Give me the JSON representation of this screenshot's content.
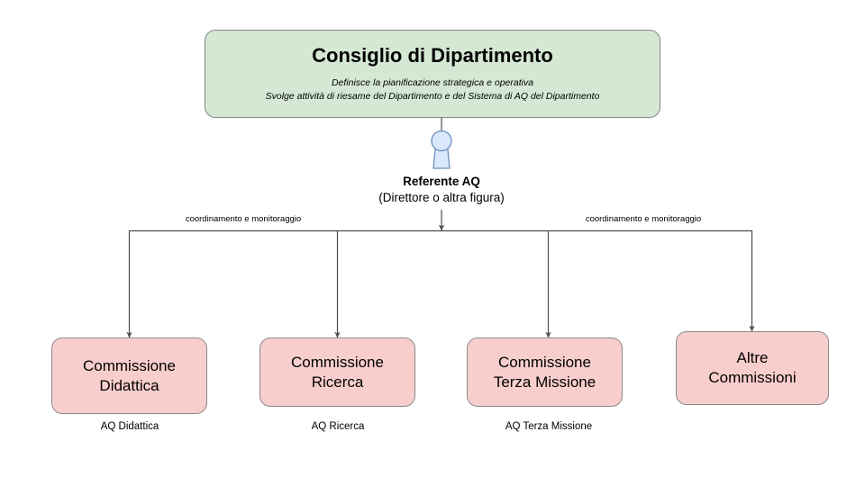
{
  "diagram": {
    "type": "organizational-chart",
    "language": "it",
    "background": "#ffffff",
    "colors": {
      "council_fill": "#d5e8d4",
      "council_stroke": "#878787",
      "commission_fill": "#f8cecc",
      "commission_stroke": "#8a8a8a",
      "actor_fill": "#dae8fc",
      "actor_stroke": "#6c8ebf",
      "edge_stroke": "#4d4d4d",
      "text": "#000000"
    }
  },
  "council": {
    "title": "Consiglio di Dipartimento",
    "subtitle_line1": "Definisce la pianificazione strategica e operativa",
    "subtitle_line2": "Svolge attività di riesame del Dipartimento e del Sistema di AQ del Dipartimento"
  },
  "referente": {
    "icon": "person-actor-icon",
    "name": "Referente AQ",
    "qualifier": "(Direttore o altra figura)"
  },
  "edge_labels": {
    "left": "coordinamento e monitoraggio",
    "right": "coordinamento e monitoraggio"
  },
  "commissions": [
    {
      "line1": "Commissione",
      "line2": "Didattica",
      "caption": "AQ Didattica"
    },
    {
      "line1": "Commissione",
      "line2": "Ricerca",
      "caption": "AQ Ricerca"
    },
    {
      "line1": "Commissione",
      "line2": "Terza Missione",
      "caption": "AQ Terza Missione"
    },
    {
      "line1": "Altre",
      "line2": "Commissioni",
      "caption": ""
    }
  ]
}
